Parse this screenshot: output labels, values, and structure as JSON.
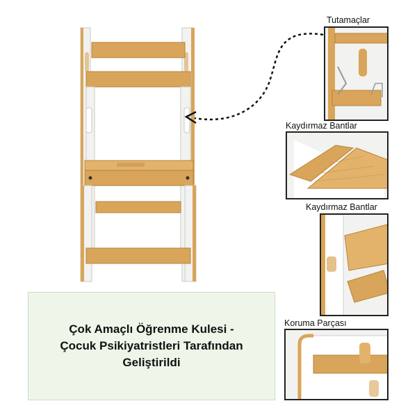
{
  "caption": {
    "line1": "Çok Amaçlı Öğrenme Kulesi -",
    "line2": "Çocuk Psikiyatristleri Tarafından",
    "line3": "Geliştirildi"
  },
  "details": [
    {
      "label": "Tutamaçlar"
    },
    {
      "label": "Kaydırmaz Bantlar"
    },
    {
      "label": "Kaydırmaz Bantlar"
    },
    {
      "label": "Koruma Parçası"
    }
  ],
  "colors": {
    "wood": "#d9a55a",
    "wood_dark": "#b9823a",
    "panel": "#f2f2f0",
    "caption_bg": "#eef6ea"
  }
}
